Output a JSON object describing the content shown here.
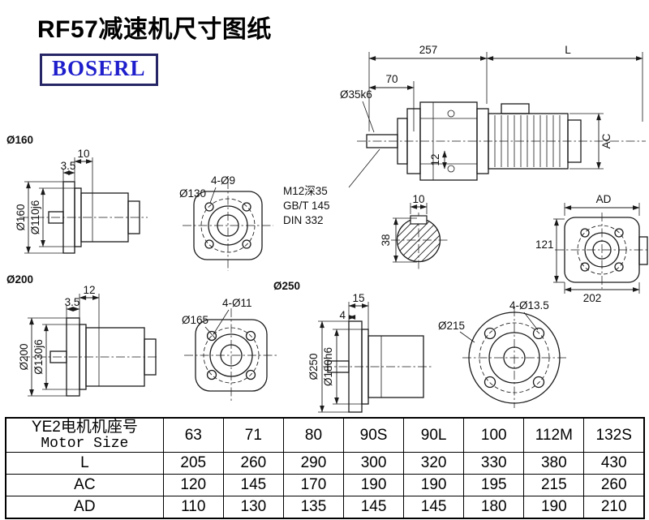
{
  "page": {
    "title": "RF57减速机尺寸图纸",
    "logo": "BOSERL"
  },
  "drawings": {
    "main_view": {
      "dim_257": "257",
      "dim_L": "L",
      "dim_70": "70",
      "shaft_dia": "Ø35k6",
      "dim_12": "12",
      "dim_AC": "AC",
      "tap_note": "M12深35",
      "std_note_1": "GB/T 145",
      "std_note_2": "DIN 332"
    },
    "view_160": {
      "label": "Ø160",
      "dim_10": "10",
      "dim_3_5": "3.5",
      "dia_outer": "Ø160",
      "dia_spigot": "Ø110j6"
    },
    "flange_130": {
      "bolt_holes": "4-Ø9",
      "dia": "Ø130"
    },
    "shaft_section": {
      "key_width": "10",
      "dia": "38"
    },
    "view_AD": {
      "dim_label": "AD",
      "dim_121": "121",
      "dim_202": "202"
    },
    "view_200": {
      "label": "Ø200",
      "dim_12": "12",
      "dim_3_5": "3.5",
      "dia_outer": "Ø200",
      "dia_spigot": "Ø130j6"
    },
    "flange_165": {
      "dia": "Ø165",
      "bolt_holes": "4-Ø11"
    },
    "view_250": {
      "label": "Ø250",
      "dim_15": "15",
      "dim_4": "4",
      "dia_outer": "Ø250",
      "dia_spigot": "Ø180h6"
    },
    "flange_215": {
      "dia": "Ø215",
      "bolt_holes": "4-Ø13.5"
    }
  },
  "table": {
    "header": {
      "line1": "YE2电机机座号",
      "line2": "Motor Size"
    },
    "sizes": [
      "63",
      "71",
      "80",
      "90S",
      "90L",
      "100",
      "112M",
      "132S"
    ],
    "rows": [
      {
        "label": "L",
        "values": [
          "205",
          "260",
          "290",
          "300",
          "320",
          "330",
          "380",
          "430"
        ]
      },
      {
        "label": "AC",
        "values": [
          "120",
          "145",
          "170",
          "190",
          "190",
          "195",
          "215",
          "260"
        ]
      },
      {
        "label": "AD",
        "values": [
          "110",
          "130",
          "135",
          "145",
          "145",
          "180",
          "190",
          "210"
        ]
      }
    ]
  }
}
